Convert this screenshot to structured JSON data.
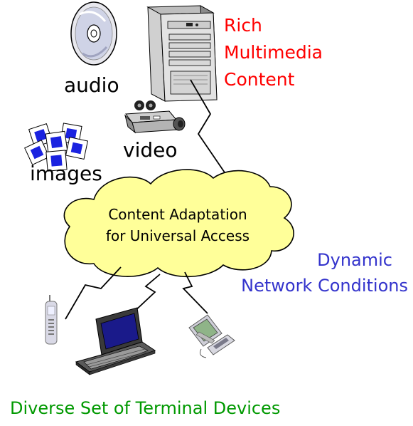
{
  "colors": {
    "rich_text": "#ff0000",
    "network_text": "#3333cc",
    "devices_text": "#009900",
    "cloud_fill": "#ffff99",
    "cloud_stroke": "#000000"
  },
  "labels": {
    "audio": "audio",
    "video": "video",
    "images": "images",
    "rich_line1": "Rich",
    "rich_line2": "Multimedia",
    "rich_line3": "Content",
    "cloud_line1": "Content Adaptation",
    "cloud_line2": "for Universal Access",
    "network_line1": "Dynamic",
    "network_line2": "Network Conditions",
    "devices": "Diverse Set of Terminal Devices"
  },
  "icons": [
    "cd-disc-icon",
    "server-tower-icon",
    "video-projector-icon",
    "photo-slides-icon",
    "mobile-phone-icon",
    "laptop-icon",
    "pda-icon"
  ]
}
